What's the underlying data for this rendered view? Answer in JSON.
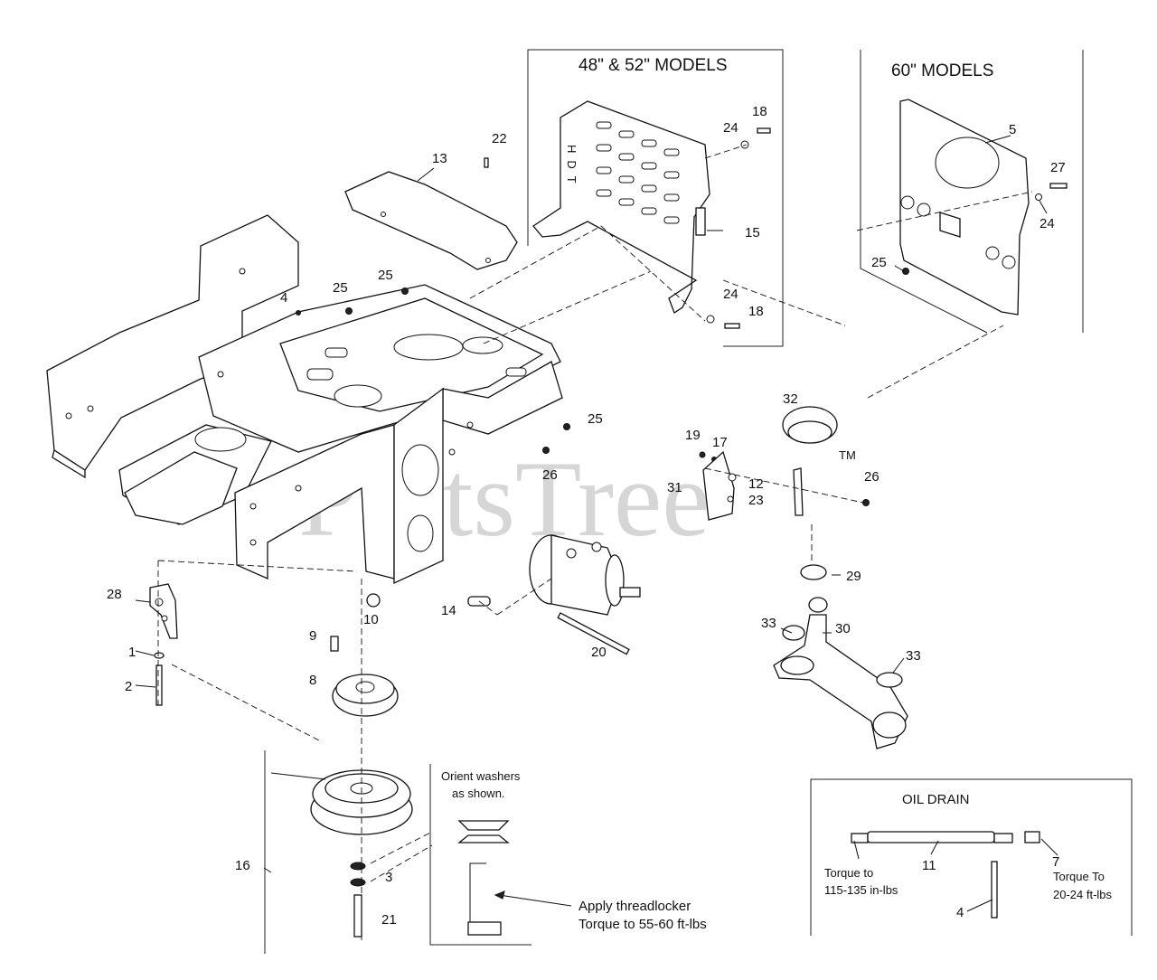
{
  "watermark": "PartsTree",
  "trademark": "TM",
  "callouts": {
    "models_48_52": "48\" & 52\" MODELS",
    "models_60": "60\" MODELS",
    "oil_drain": "OIL DRAIN",
    "orient_washers_l1": "Orient washers",
    "orient_washers_l2": "as shown.",
    "threadlocker_l1": "Apply threadlocker",
    "threadlocker_l2": "Torque to 55-60 ft-lbs",
    "torque_left_l1": "Torque to",
    "torque_left_l2": "115-135 in-lbs",
    "torque_right_l1": "Torque To",
    "torque_right_l2": "20-24 ft-lbs",
    "hdt_logo": "HDT"
  },
  "part_numbers": {
    "p1": "1",
    "p2": "2",
    "p3": "3",
    "p4a": "4",
    "p4b": "4",
    "p5": "5",
    "p7": "7",
    "p8": "8",
    "p9": "9",
    "p10": "10",
    "p11": "11",
    "p12": "12",
    "p13": "13",
    "p14": "14",
    "p15": "15",
    "p16": "16",
    "p17": "17",
    "p18a": "18",
    "p18b": "18",
    "p19": "19",
    "p20": "20",
    "p21": "21",
    "p22": "22",
    "p23": "23",
    "p24a": "24",
    "p24b": "24",
    "p24c": "24",
    "p25a": "25",
    "p25b": "25",
    "p25c": "25",
    "p25d": "25",
    "p26a": "26",
    "p26b": "26",
    "p27": "27",
    "p28": "28",
    "p29": "29",
    "p30": "30",
    "p31": "31",
    "p32": "32",
    "p33a": "33",
    "p33b": "33"
  }
}
